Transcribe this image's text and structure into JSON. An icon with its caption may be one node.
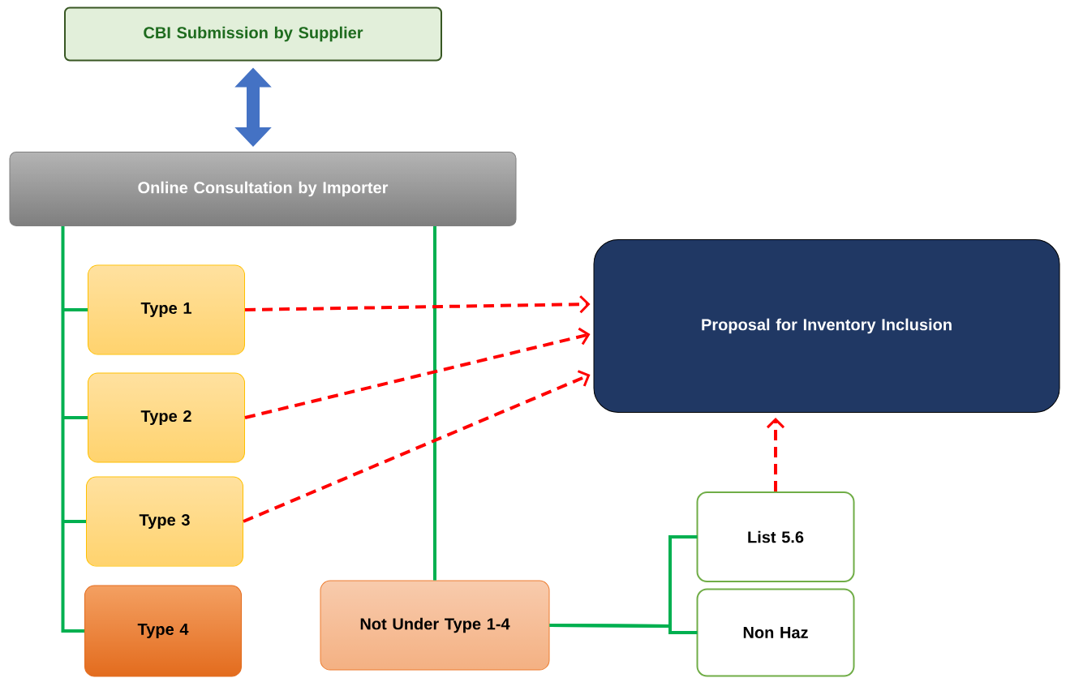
{
  "diagram": {
    "nodes": [
      {
        "text": [
          "CBI Submission by Supplier"
        ]
      },
      {
        "text": [
          "Online Consultation by Importer"
        ]
      },
      {
        "text": [
          "Proposal for Inventory Inclusion"
        ]
      },
      {
        "text": [
          "Type 1"
        ]
      },
      {
        "text": [
          "Type 2"
        ]
      },
      {
        "text": [
          "Type 3"
        ]
      },
      {
        "text": [
          "Type 4"
        ]
      },
      {
        "text": [
          "Not Under Type 1-4"
        ]
      },
      {
        "text": [
          "List 5.6"
        ]
      },
      {
        "text": [
          "Non Haz"
        ]
      }
    ],
    "edges": [
      {
        "from": 0,
        "to": 1,
        "arrow": "both",
        "style": "thick",
        "color": "#4472c4"
      },
      {
        "from": 1,
        "to": 3,
        "arrow": "none"
      },
      {
        "from": 1,
        "to": 4,
        "arrow": "none"
      },
      {
        "from": 1,
        "to": 5,
        "arrow": "none"
      },
      {
        "from": 1,
        "to": 6,
        "arrow": "none"
      },
      {
        "from": 1,
        "to": 7,
        "arrow": "none"
      },
      {
        "from": 7,
        "to": 8,
        "arrow": "none"
      },
      {
        "from": 7,
        "to": 9,
        "arrow": "none"
      },
      {
        "from": 3,
        "to": 2,
        "arrow": "to",
        "style": "dashed",
        "color": "#ff0000"
      },
      {
        "from": 4,
        "to": 2,
        "arrow": "to",
        "style": "dashed",
        "color": "#ff0000"
      },
      {
        "from": 5,
        "to": 2,
        "arrow": "to",
        "style": "dashed",
        "color": "#ff0000"
      },
      {
        "from": 8,
        "to": 2,
        "arrow": "to",
        "style": "dashed",
        "color": "#ff0000"
      }
    ]
  }
}
